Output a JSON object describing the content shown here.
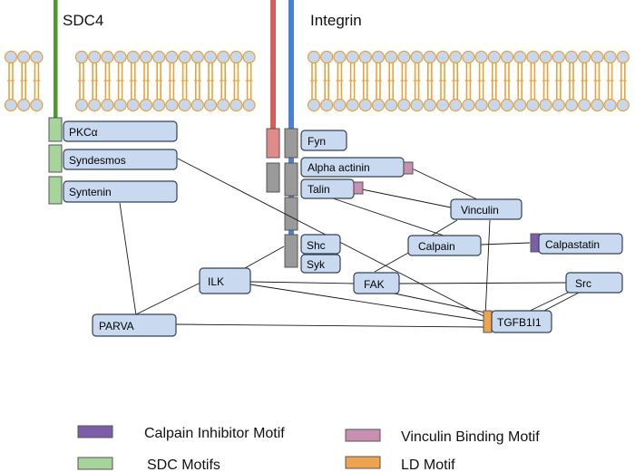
{
  "titles": {
    "sdc4": "SDC4",
    "integrin": "Integrin"
  },
  "colors": {
    "node_fill": "#c9daf0",
    "node_stroke": "#334155",
    "sdc_green": "#4c9a2a",
    "sdc_motif": "#a6d49b",
    "integrin_red": "#d95b5b",
    "integrin_blue": "#4a7fd6",
    "lipid_head": "#c6d7ee",
    "lipid_tail": "#e8a23d",
    "calpain_inhibitor_motif": "#7b5ea7",
    "vinculin_binding_motif": "#c98fb0",
    "ld_motif": "#f0a34f",
    "grey_domain": "#9a9a9a",
    "red_domain": "#e08a8a"
  },
  "nodes": {
    "pkca": "PKCα",
    "syndesmos": "Syndesmos",
    "syntenin": "Syntenin",
    "fyn": "Fyn",
    "alpha_actinin": "Alpha actinin",
    "talin": "Talin",
    "vinculin": "Vinculin",
    "calpain": "Calpain",
    "calpastatin": "Calpastatin",
    "shc": "Shc",
    "syk": "Syk",
    "ilk": "ILK",
    "fak": "FAK",
    "src": "Src",
    "parva": "PARVA",
    "tgfb1i1": "TGFB1I1"
  },
  "legend": {
    "calpain_inhibitor_motif": "Calpain Inhibitor Motif",
    "vinculin_binding_motif": "Vinculin Binding Motif",
    "sdc_motifs": "SDC Motifs",
    "ld_motif": "LD Motif"
  }
}
